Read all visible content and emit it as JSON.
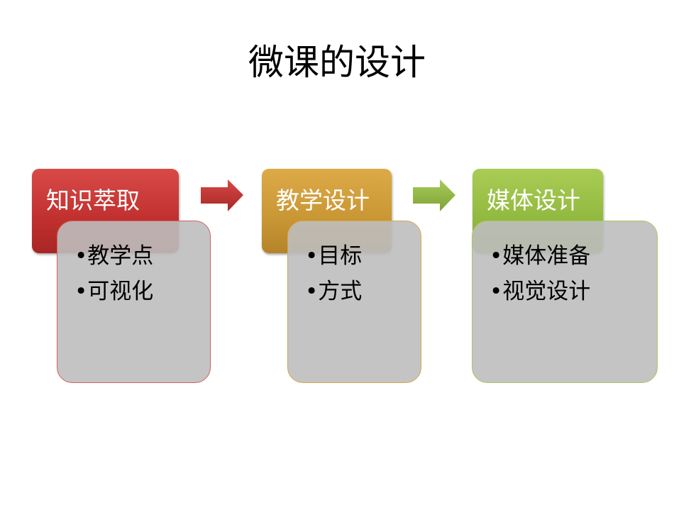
{
  "title": "微课的设计",
  "stages": [
    {
      "label": "知识萃取",
      "items": [
        "教学点",
        "可视化"
      ],
      "color": "#c8383a"
    },
    {
      "label": "教学设计",
      "items": [
        "目标",
        "方式"
      ],
      "color": "#d09c3c"
    },
    {
      "label": "媒体设计",
      "items": [
        "媒体准备",
        "视觉设计"
      ],
      "color": "#9cc24a"
    }
  ]
}
